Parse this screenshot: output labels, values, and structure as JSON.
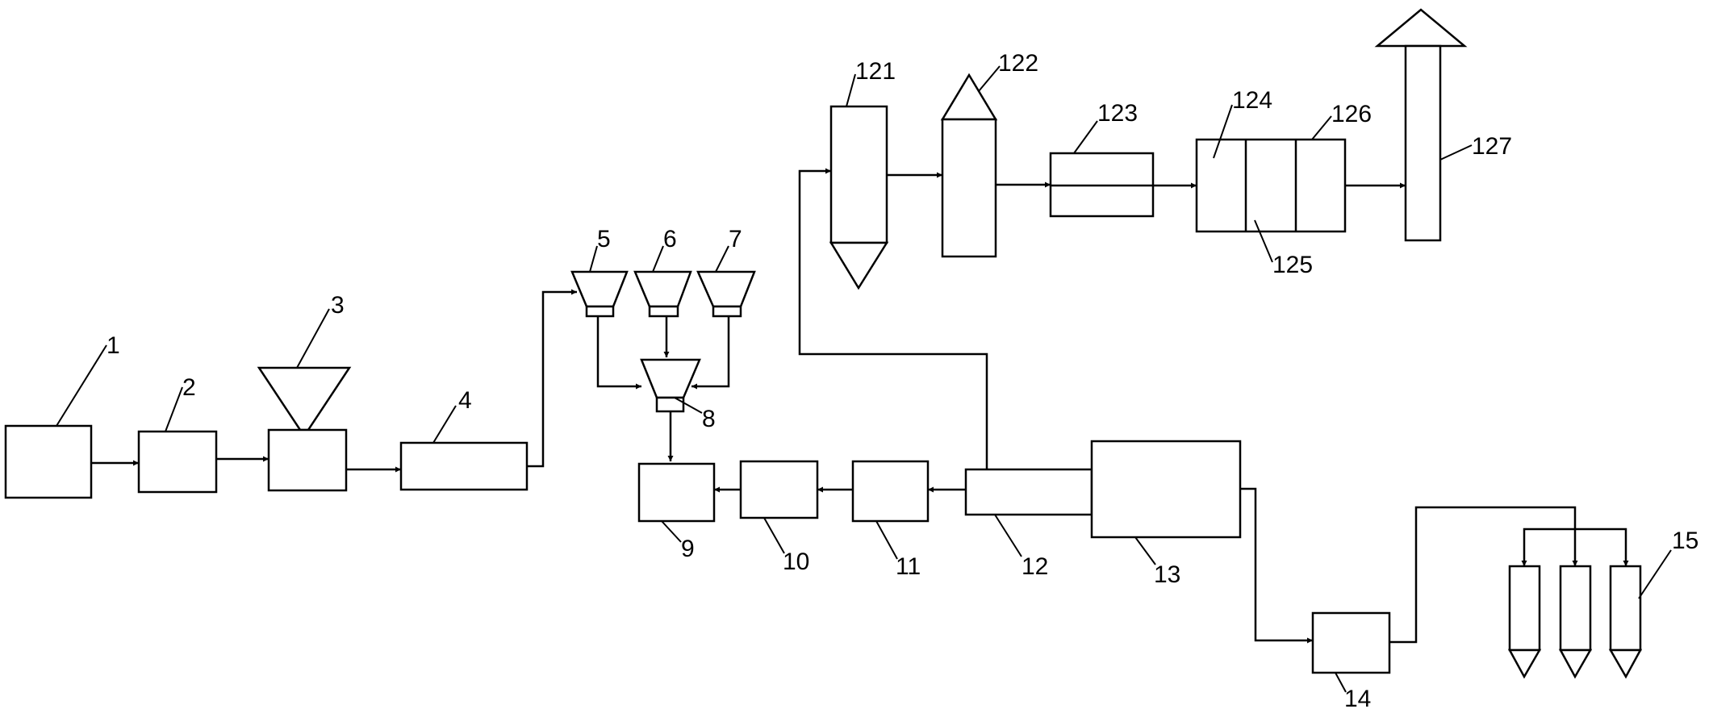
{
  "diagram": {
    "labels": {
      "n1": "1",
      "n2": "2",
      "n3": "3",
      "n4": "4",
      "n5": "5",
      "n6": "6",
      "n7": "7",
      "n8": "8",
      "n9": "9",
      "n10": "10",
      "n11": "11",
      "n12": "12",
      "n13": "13",
      "n14": "14",
      "n15": "15",
      "n121": "121",
      "n122": "122",
      "n123": "123",
      "n124": "124",
      "n125": "125",
      "n126": "126",
      "n127": "127"
    }
  }
}
